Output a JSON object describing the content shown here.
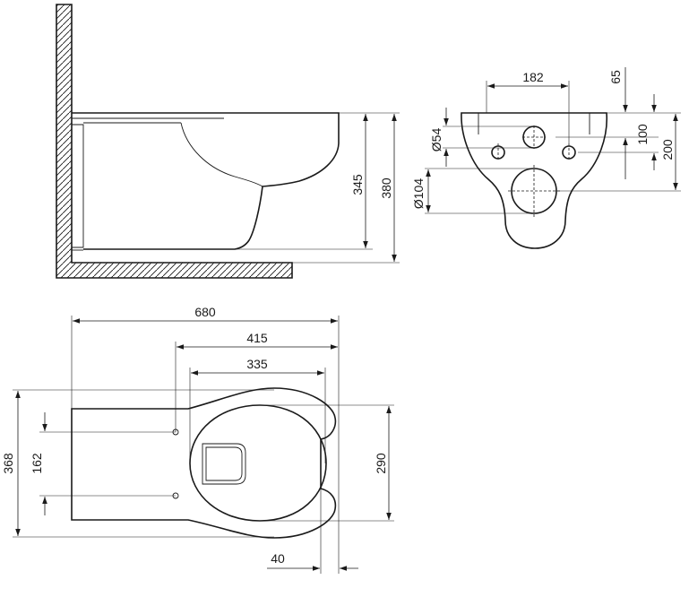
{
  "side_view": {
    "dim_345": "345",
    "dim_380": "380"
  },
  "front_view": {
    "dim_182": "182",
    "dim_65": "65",
    "dim_100": "100",
    "dim_200": "200",
    "dim_d54": "Ø54",
    "dim_d104": "Ø104"
  },
  "top_view": {
    "dim_680": "680",
    "dim_415": "415",
    "dim_335": "335",
    "dim_368": "368",
    "dim_162": "162",
    "dim_290": "290",
    "dim_40": "40"
  }
}
